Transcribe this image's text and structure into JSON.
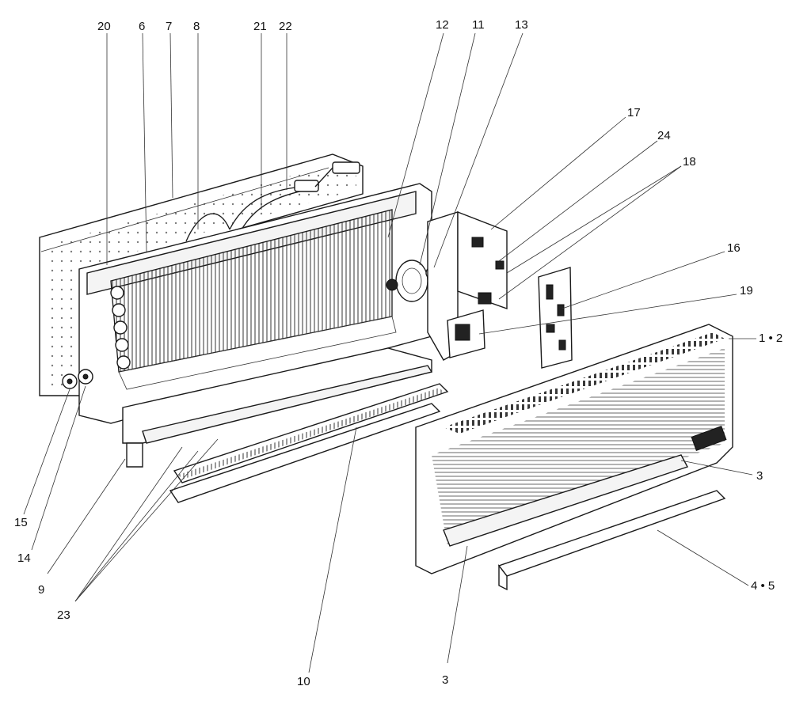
{
  "diagram": {
    "callouts": [
      "20",
      "6",
      "7",
      "8",
      "21",
      "22",
      "12",
      "11",
      "13",
      "17",
      "24",
      "18",
      "16",
      "19",
      "1 • 2",
      "3",
      "3",
      "4 • 5",
      "10",
      "9",
      "23",
      "14",
      "15"
    ]
  }
}
